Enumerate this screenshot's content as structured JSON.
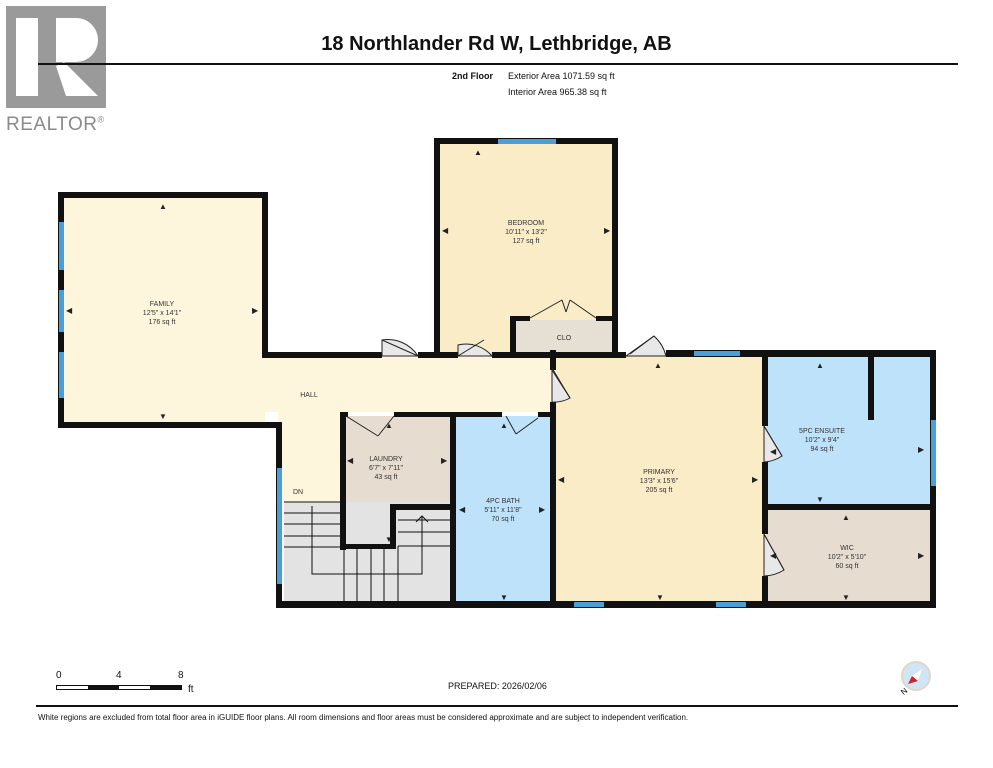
{
  "logo": {
    "text": "REALTOR",
    "reg_mark": "®",
    "icon": "realtor-r-logo-icon"
  },
  "header": {
    "title": "18 Northlander Rd W, Lethbridge, AB",
    "floor_label": "2nd Floor",
    "exterior_area": "Exterior Area 1071.59 sq ft",
    "interior_area": "Interior Area 965.38 sq ft"
  },
  "rooms": [
    {
      "name": "FAMILY",
      "dims": "12'5\" x 14'1\"",
      "area": "176 sq ft",
      "color": "#fdf5dc"
    },
    {
      "name": "BEDROOM",
      "dims": "10'11\" x 13'2\"",
      "area": "127 sq ft",
      "color": "#fbecc8"
    },
    {
      "name": "CLO",
      "dims": "",
      "area": "",
      "color": "#e6dfd3"
    },
    {
      "name": "HALL",
      "dims": "",
      "area": "",
      "color": "#fdf5dc"
    },
    {
      "name": "LAUNDRY",
      "dims": "6'7\" x 7'11\"",
      "area": "43 sq ft",
      "color": "#e6dccf"
    },
    {
      "name": "4PC BATH",
      "dims": "5'11\" x 11'8\"",
      "area": "70 sq ft",
      "color": "#bfe2fb"
    },
    {
      "name": "PRIMARY",
      "dims": "13'3\" x 15'6\"",
      "area": "205 sq ft",
      "color": "#fbecc8"
    },
    {
      "name": "5PC ENSUITE",
      "dims": "10'2\" x 9'4\"",
      "area": "94 sq ft",
      "color": "#bfe2fb"
    },
    {
      "name": "WIC",
      "dims": "10'2\" x 5'10\"",
      "area": "60 sq ft",
      "color": "#e6dccf"
    },
    {
      "name": "DN",
      "dims": "",
      "area": "",
      "color": "#e3e3e3"
    }
  ],
  "colors": {
    "wall": "#111111",
    "window": "#4a9fd6",
    "stairs": "#e3e3e3",
    "door_swing": "#dcdcdc"
  },
  "scale": {
    "ticks": [
      "0",
      "4",
      "8"
    ],
    "unit": "ft"
  },
  "footer": {
    "prepared": "PREPARED: 2026/02/06",
    "disclaimer": "White regions are excluded from total floor area in iGUIDE floor plans. All room dimensions and floor areas must be considered approximate and are subject to independent verification.",
    "compass_label": "N",
    "compass_icon": "compass-north-icon"
  }
}
